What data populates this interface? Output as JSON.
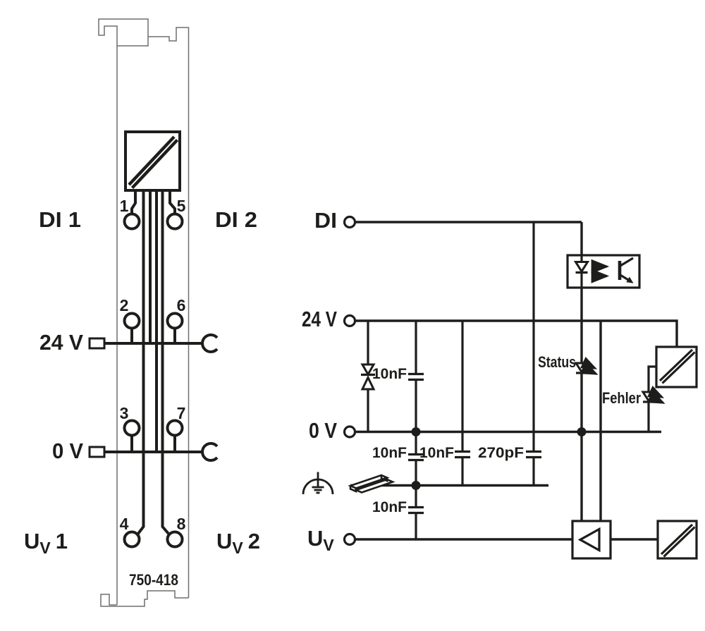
{
  "module": {
    "part_number": "750-418",
    "terminal_numbers": [
      "1",
      "2",
      "3",
      "4",
      "5",
      "6",
      "7",
      "8"
    ],
    "labels": {
      "di1": "DI 1",
      "di2": "DI 2",
      "v24": "24 V",
      "v0": "0 V",
      "uv1": {
        "u": "U",
        "sub": "V",
        "num": "1"
      },
      "uv2": {
        "u": "U",
        "sub": "V",
        "num": "2"
      }
    }
  },
  "schematic": {
    "ports": {
      "di": "DI",
      "v24": "24 V",
      "v0": "0 V",
      "uv": {
        "u": "U",
        "sub": "V"
      }
    },
    "leds": {
      "status": "Status",
      "fehler": "Fehler"
    },
    "capacitors": {
      "c_24v_0v": "10nF",
      "c_0v_pe_1": "10nF",
      "c_0v_pe_2": "10nF",
      "c_di_pe": "270pF",
      "c_pe_uv": "10nF"
    }
  },
  "symbols": {
    "ground": "functional-earth-icon",
    "rail": "din-rail-icon",
    "optocoupler": "optocoupler-icon",
    "suppressor": "tvs-diode-icon",
    "electronics": "electronics-box-icon",
    "converter": "power-converter-icon"
  },
  "colors": {
    "ink": "#1d1d1b",
    "outline": "#6f6f6f",
    "background": "#ffffff"
  }
}
